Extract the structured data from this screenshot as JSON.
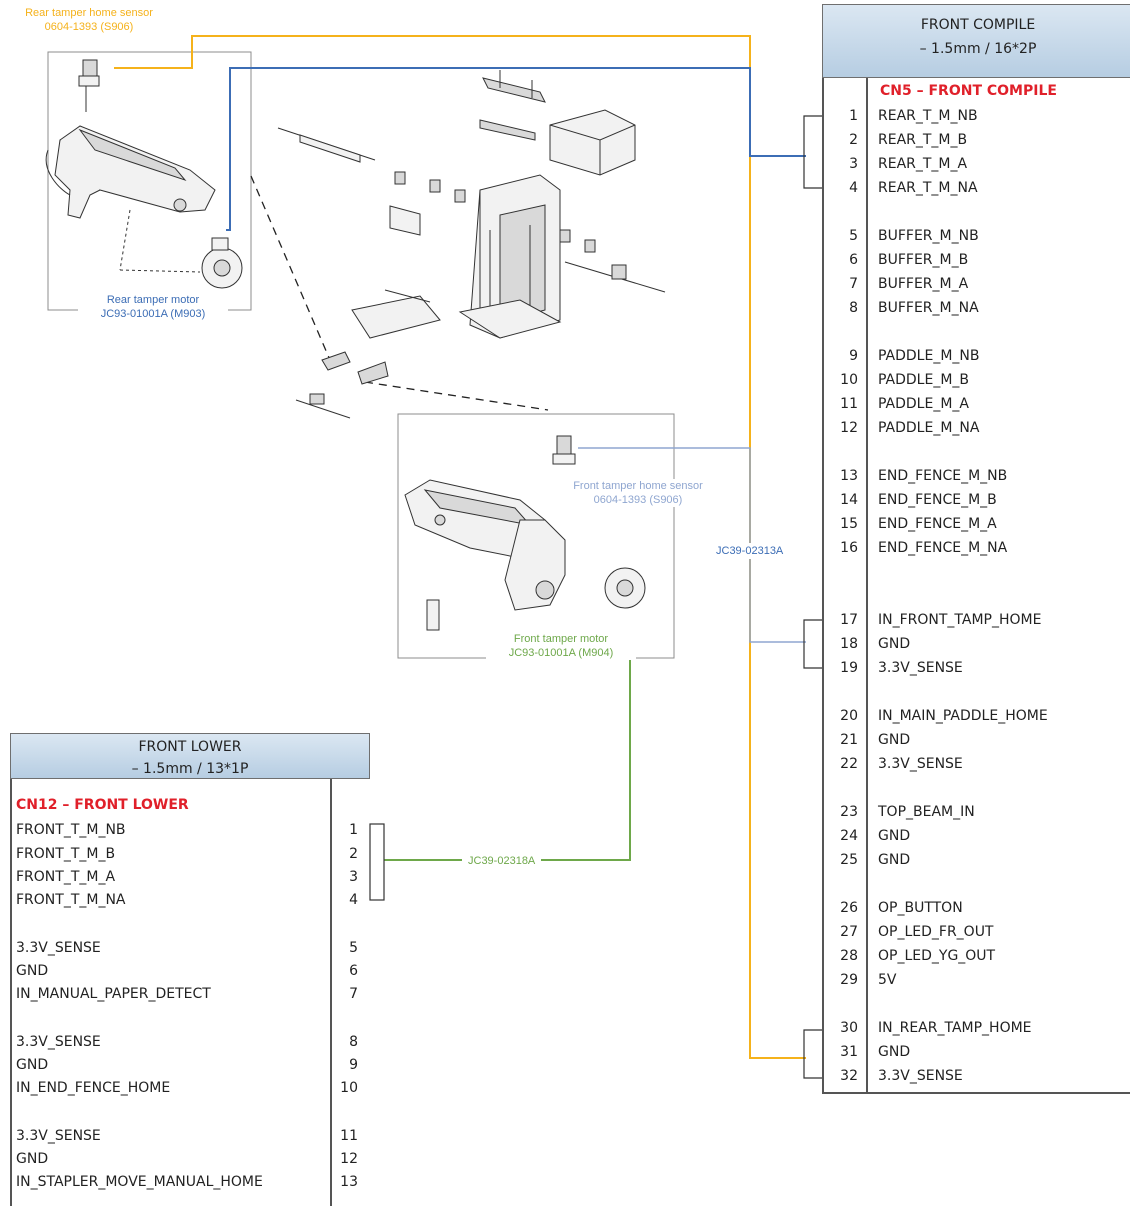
{
  "colors": {
    "orange": "#f5b21b",
    "blue": "#3c6db5",
    "lightblue": "#8fa6d0",
    "green": "#6ea84a",
    "red": "#e0202a",
    "header": "#c7d9ea"
  },
  "labels": {
    "rear_sensor": [
      "Rear tamper home sensor",
      "0604-1393 (S906)"
    ],
    "rear_motor": [
      "Rear tamper motor",
      "JC93-01001A (M903)"
    ],
    "front_sensor": [
      "Front tamper home sensor",
      "0604-1393 (S906)"
    ],
    "front_motor": [
      "Front tamper motor",
      "JC93-01001A (M904)"
    ],
    "wire_compile": "JC39-02313A",
    "wire_lower": "JC39-02318A"
  },
  "front_compile": {
    "header": [
      "FRONT COMPILE",
      "– 1.5mm / 16*2P"
    ],
    "cn_title": "CN5 – FRONT COMPILE",
    "pins": [
      {
        "n": "1",
        "name": "REAR_T_M_NB"
      },
      {
        "n": "2",
        "name": "REAR_T_M_B"
      },
      {
        "n": "3",
        "name": "REAR_T_M_A"
      },
      {
        "n": "4",
        "name": "REAR_T_M_NA"
      },
      {
        "n": "5",
        "name": "BUFFER_M_NB"
      },
      {
        "n": "6",
        "name": "BUFFER_M_B"
      },
      {
        "n": "7",
        "name": "BUFFER_M_A"
      },
      {
        "n": "8",
        "name": "BUFFER_M_NA"
      },
      {
        "n": "9",
        "name": "PADDLE_M_NB"
      },
      {
        "n": "10",
        "name": "PADDLE_M_B"
      },
      {
        "n": "11",
        "name": "PADDLE_M_A"
      },
      {
        "n": "12",
        "name": "PADDLE_M_NA"
      },
      {
        "n": "13",
        "name": "END_FENCE_M_NB"
      },
      {
        "n": "14",
        "name": "END_FENCE_M_B"
      },
      {
        "n": "15",
        "name": "END_FENCE_M_A"
      },
      {
        "n": "16",
        "name": "END_FENCE_M_NA"
      },
      {
        "n": "17",
        "name": "IN_FRONT_TAMP_HOME"
      },
      {
        "n": "18",
        "name": "GND"
      },
      {
        "n": "19",
        "name": "3.3V_SENSE"
      },
      {
        "n": "20",
        "name": "IN_MAIN_PADDLE_HOME"
      },
      {
        "n": "21",
        "name": "GND"
      },
      {
        "n": "22",
        "name": "3.3V_SENSE"
      },
      {
        "n": "23",
        "name": "TOP_BEAM_IN"
      },
      {
        "n": "24",
        "name": "GND"
      },
      {
        "n": "25",
        "name": "GND"
      },
      {
        "n": "26",
        "name": "OP_BUTTON"
      },
      {
        "n": "27",
        "name": "OP_LED_FR_OUT"
      },
      {
        "n": "28",
        "name": "OP_LED_YG_OUT"
      },
      {
        "n": "29",
        "name": "5V"
      },
      {
        "n": "30",
        "name": "IN_REAR_TAMP_HOME"
      },
      {
        "n": "31",
        "name": "GND"
      },
      {
        "n": "32",
        "name": "3.3V_SENSE"
      }
    ]
  },
  "front_lower": {
    "header": [
      "FRONT LOWER",
      "– 1.5mm / 13*1P"
    ],
    "cn_title": "CN12 – FRONT LOWER",
    "pins": [
      {
        "n": "1",
        "name": "FRONT_T_M_NB"
      },
      {
        "n": "2",
        "name": "FRONT_T_M_B"
      },
      {
        "n": "3",
        "name": "FRONT_T_M_A"
      },
      {
        "n": "4",
        "name": "FRONT_T_M_NA"
      },
      {
        "n": "5",
        "name": "3.3V_SENSE"
      },
      {
        "n": "6",
        "name": "GND"
      },
      {
        "n": "7",
        "name": "IN_MANUAL_PAPER_DETECT"
      },
      {
        "n": "8",
        "name": "3.3V_SENSE"
      },
      {
        "n": "9",
        "name": "GND"
      },
      {
        "n": "10",
        "name": "IN_END_FENCE_HOME"
      },
      {
        "n": "11",
        "name": "3.3V_SENSE"
      },
      {
        "n": "12",
        "name": "GND"
      },
      {
        "n": "13",
        "name": "IN_STAPLER_MOVE_MANUAL_HOME"
      }
    ]
  }
}
